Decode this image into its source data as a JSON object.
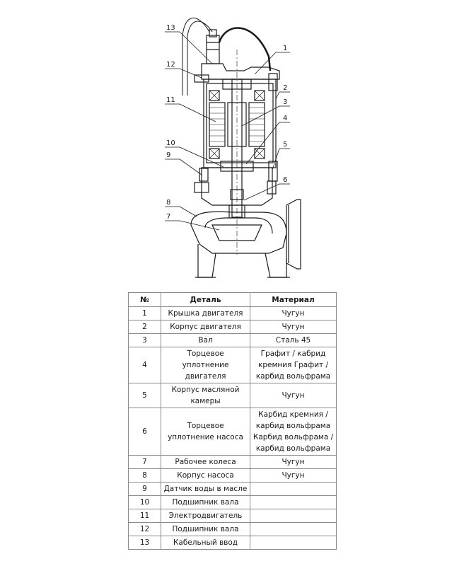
{
  "drawing": {
    "callouts": [
      {
        "number": "1",
        "side": "right"
      },
      {
        "number": "2",
        "side": "right"
      },
      {
        "number": "3",
        "side": "right"
      },
      {
        "number": "4",
        "side": "right"
      },
      {
        "number": "5",
        "side": "right"
      },
      {
        "number": "6",
        "side": "right"
      },
      {
        "number": "13",
        "side": "left"
      },
      {
        "number": "12",
        "side": "left"
      },
      {
        "number": "11",
        "side": "left"
      },
      {
        "number": "10",
        "side": "left"
      },
      {
        "number": "9",
        "side": "left"
      },
      {
        "number": "8",
        "side": "left"
      },
      {
        "number": "7",
        "side": "left"
      }
    ]
  },
  "table": {
    "headers": [
      "№",
      "Деталь",
      "Материал"
    ],
    "rows": [
      {
        "num": "1",
        "part": "Крышка двигателя",
        "material": "Чугун"
      },
      {
        "num": "2",
        "part": "Корпус двигателя",
        "material": "Чугун"
      },
      {
        "num": "3",
        "part": "Вал",
        "material": "Сталь 45"
      },
      {
        "num": "4",
        "part": "Торцевое уплотнение двигателя",
        "material": "Графит / кабрид кремния Графит / карбид вольфрама"
      },
      {
        "num": "5",
        "part": "Корпус масляной камеры",
        "material": "Чугун"
      },
      {
        "num": "6",
        "part": "Торцевое уплотнение насоса",
        "material": "Карбид кремния / карбид вольфрама\nКарбид вольфрама / карбид вольфрама"
      },
      {
        "num": "7",
        "part": "Рабочее колеса",
        "material": "Чугун"
      },
      {
        "num": "8",
        "part": "Корпус насоса",
        "material": "Чугун"
      },
      {
        "num": "9",
        "part": "Датчик воды в масле",
        "material": ""
      },
      {
        "num": "10",
        "part": "Подшипник вала",
        "material": ""
      },
      {
        "num": "11",
        "part": "Электродвигатель",
        "material": ""
      },
      {
        "num": "12",
        "part": "Подшипник вала",
        "material": ""
      },
      {
        "num": "13",
        "part": "Кабельный ввод",
        "material": ""
      }
    ]
  }
}
